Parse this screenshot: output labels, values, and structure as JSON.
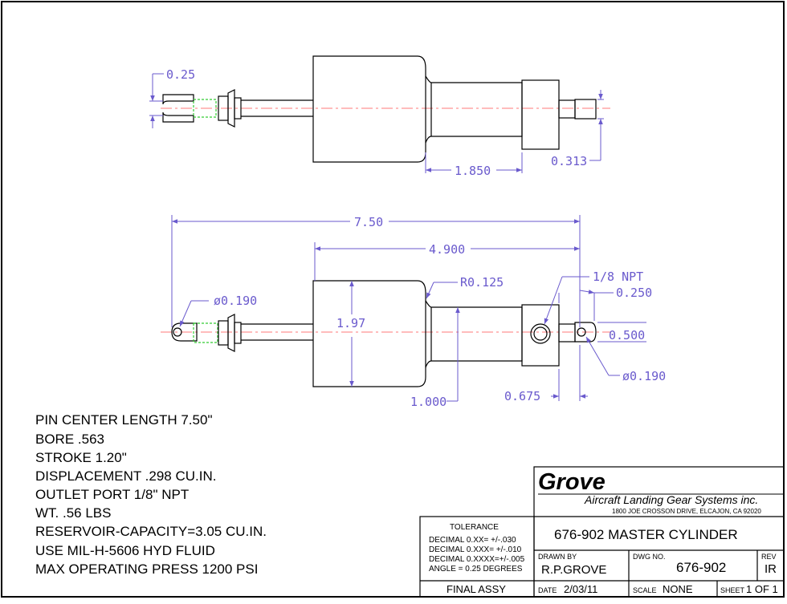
{
  "specs": [
    "PIN CENTER LENGTH 7.50\"",
    "BORE .563",
    "STROKE 1.20\"",
    "DISPLACEMENT .298 CU.IN.",
    "OUTLET PORT 1/8\" NPT",
    "WT. .56 LBS",
    "RESERVOIR-CAPACITY=3.05 CU.IN.",
    "USE MIL-H-5606 HYD FLUID",
    "MAX OPERATING PRESS 1200 PSI"
  ],
  "dims_top": {
    "pin_slot": "0.25",
    "body_len": "1.850",
    "tip_dia": "0.313"
  },
  "dims_bottom": {
    "overall": "7.50",
    "body_to_end": "4.900",
    "radius": "R0.125",
    "npt": "1/8 NPT",
    "port_offset": "0.250",
    "pin_hole_left": "ø0.190",
    "body_dia": "1.97",
    "rod_dia": "0.500",
    "pin_hole_right": "ø0.190",
    "small_dia": "1.000",
    "port_dist": "0.675"
  },
  "title_block": {
    "company": "Grove",
    "company_sub": "Aircraft Landing Gear Systems inc.",
    "address": "1800 JOE CROSSON DRIVE, ELCAJON, CA 92020",
    "tolerance_header": "TOLERANCE",
    "tol_lines": [
      "DECIMAL 0.XX=  +/-.030",
      "DECIMAL 0.XXX= +/-.010",
      "DECIMAL 0.XXXX=+/-.005",
      "ANGLE = 0.25 DEGREES"
    ],
    "title": "676-902 MASTER CYLINDER",
    "drawn_by_label": "DRAWN BY",
    "drawn_by": "R.P.GROVE",
    "dwg_no_label": "DWG NO.",
    "dwg_no": "676-902",
    "rev_label": "REV",
    "rev": "IR",
    "final": "FINAL ASSY",
    "date_label": "DATE",
    "date": "2/03/11",
    "scale_label": "SCALE",
    "scale": "NONE",
    "sheet_label": "SHEET",
    "sheet": "1 OF 1"
  },
  "colors": {
    "dimension": "#6a5acd",
    "centerline": "#ff4d4d",
    "hidden": "#33cc33",
    "ink": "#000000"
  }
}
